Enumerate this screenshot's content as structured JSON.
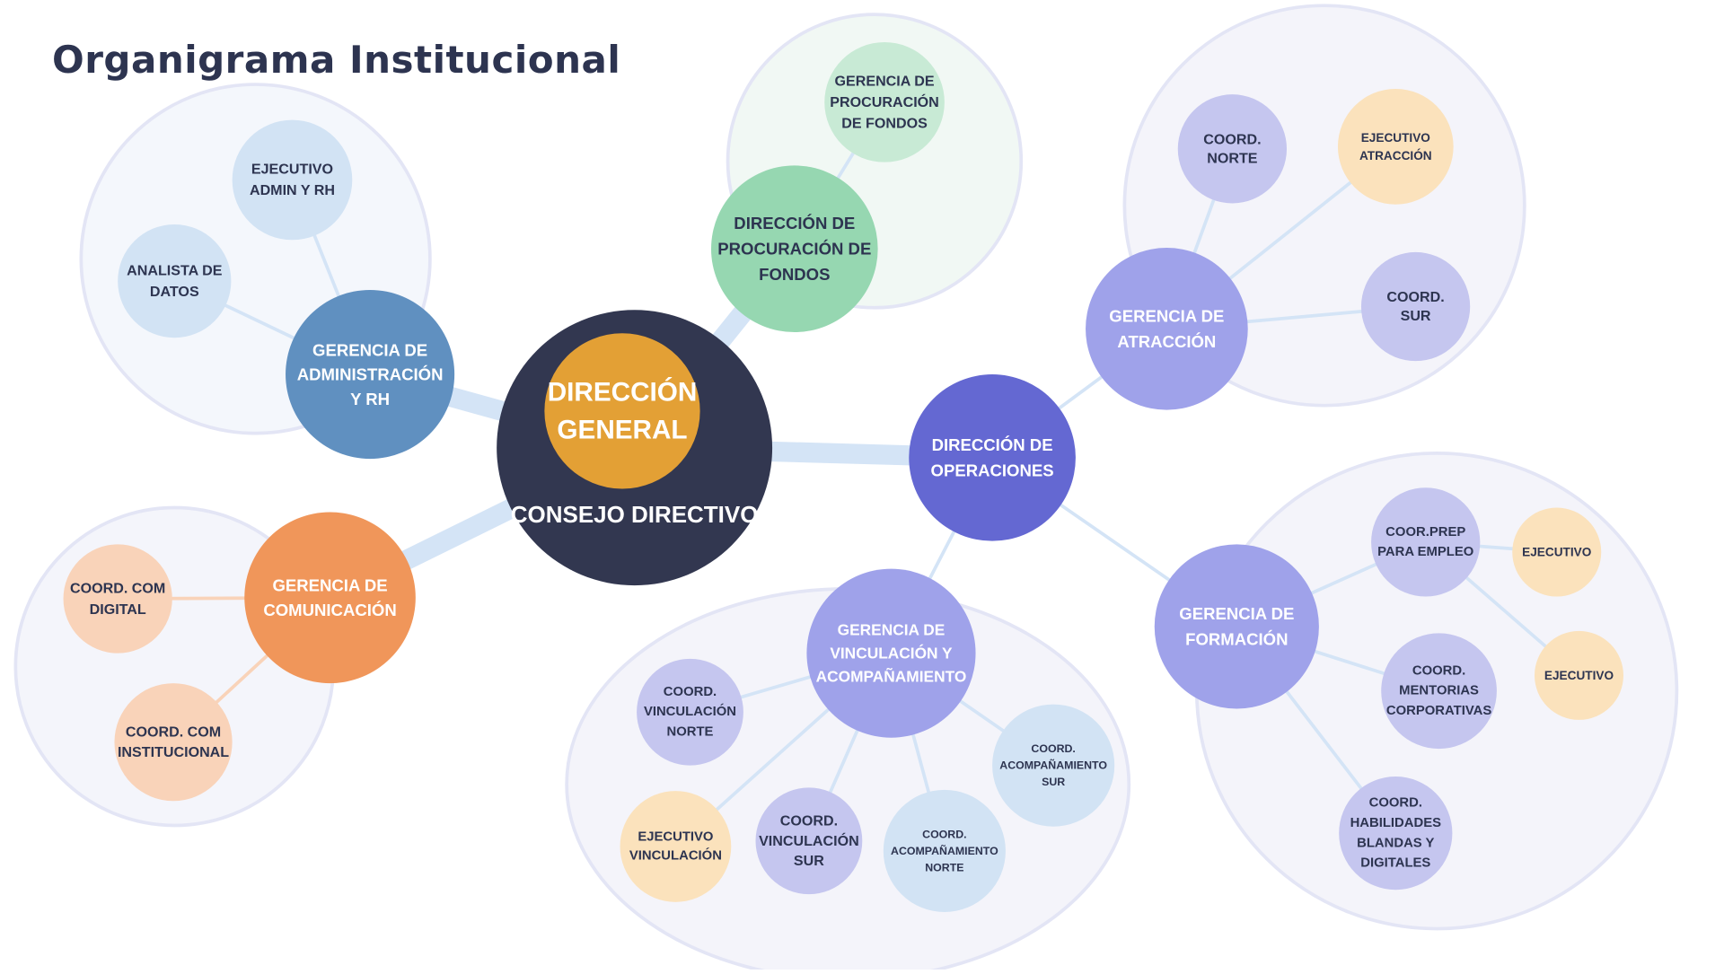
{
  "title": "Organigrama Institucional",
  "colors": {
    "background": "#ffffff",
    "title_text": "#2d3450",
    "consejo": "#323750",
    "direccion_general": "#e3a035",
    "admin": "#6090c0",
    "admin_light": "#d2e3f4",
    "comunicacion": "#f0965a",
    "comunicacion_light": "#f9d3b9",
    "fondos": "#96d7b1",
    "fondos_light": "#c8ead5",
    "operaciones": "#6468d2",
    "gerencia_ops": "#9fa2ea",
    "coord_ops": "#c5c6ef",
    "coord_blue": "#d2e3f4",
    "ejecutivo": "#fbe2bc",
    "link": "#d4e4f6"
  },
  "nodes": {
    "consejo": "CONSEJO DIRECTIVO",
    "direccion_general": [
      "DIRECCIÓN",
      "GENERAL"
    ],
    "gerencia_admin": [
      "GERENCIA DE",
      "ADMINISTRACIÓN",
      "Y RH"
    ],
    "ejecutivo_admin": [
      "EJECUTIVO",
      "ADMIN Y RH"
    ],
    "analista_datos": [
      "ANALISTA DE",
      "DATOS"
    ],
    "gerencia_comunicacion": [
      "GERENCIA DE",
      "COMUNICACIÓN"
    ],
    "coord_com_digital": [
      "COORD. COM",
      "DIGITAL"
    ],
    "coord_com_institucional": [
      "COORD. COM",
      "INSTITUCIONAL"
    ],
    "direccion_fondos": [
      "DIRECCIÓN DE",
      "PROCURACIÓN DE",
      "FONDOS"
    ],
    "gerencia_fondos": [
      "GERENCIA DE",
      "PROCURACIÓN",
      "DE FONDOS"
    ],
    "direccion_operaciones": [
      "DIRECCIÓN DE",
      "OPERACIONES"
    ],
    "gerencia_atraccion": [
      "GERENCIA DE",
      "ATRACCIÓN"
    ],
    "coord_norte": [
      "COORD.",
      "NORTE"
    ],
    "ejecutivo_atraccion": [
      "EJECUTIVO",
      "ATRACCIÓN"
    ],
    "coord_sur": [
      "COORD.",
      "SUR"
    ],
    "gerencia_vinculacion": [
      "GERENCIA DE",
      "VINCULACIÓN Y",
      "ACOMPAÑAMIENTO"
    ],
    "coord_vinculacion_norte": [
      "COORD.",
      "VINCULACIÓN",
      "NORTE"
    ],
    "ejecutivo_vinculacion": [
      "EJECUTIVO",
      "VINCULACIÓN"
    ],
    "coord_vinculacion_sur": [
      "COORD.",
      "VINCULACIÓN",
      "SUR"
    ],
    "coord_acompanamiento_norte": [
      "COORD.",
      "ACOMPAÑAMIENTO",
      "NORTE"
    ],
    "coord_acompanamiento_sur": [
      "COORD.",
      "ACOMPAÑAMIENTO",
      "SUR"
    ],
    "gerencia_formacion": [
      "GERENCIA DE",
      "FORMACIÓN"
    ],
    "coor_prep_empleo": [
      "COOR.PREP",
      "PARA EMPLEO"
    ],
    "ejecutivo_1": [
      "EJECUTIVO"
    ],
    "ejecutivo_2": [
      "EJECUTIVO"
    ],
    "coord_mentorias": [
      "COORD.",
      "MENTORIAS",
      "CORPORATIVAS"
    ],
    "coord_habilidades": [
      "COORD.",
      "HABILIDADES",
      "BLANDAS Y",
      "DIGITALES"
    ]
  }
}
